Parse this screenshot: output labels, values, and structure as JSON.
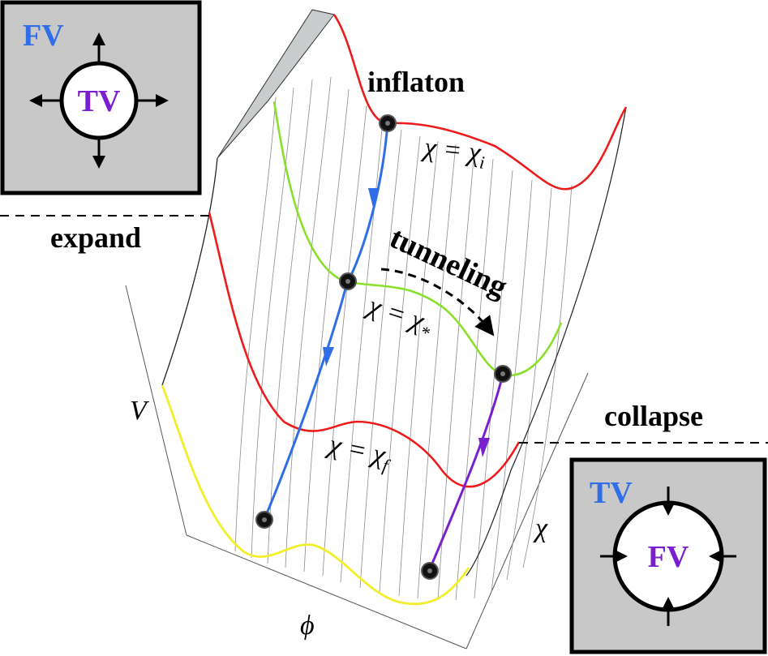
{
  "insets": {
    "expand": {
      "outer_label": "FV",
      "inner_label": "TV",
      "outer_color": "#2f6ee6",
      "inner_color": "#7a1fcf"
    },
    "collapse": {
      "outer_label": "TV",
      "inner_label": "FV",
      "outer_color": "#2f6ee6",
      "inner_color": "#7a1fcf"
    }
  },
  "labels": {
    "inflaton": "inflaton",
    "expand": "expand",
    "collapse": "collapse",
    "tunneling": "tunneling",
    "chi_i": "χ = χ",
    "chi_i_sub": "i",
    "chi_star": "χ = χ",
    "chi_star_sub": "*",
    "chi_f": "χ = χ",
    "chi_f_sub": "f",
    "axis_v": "V",
    "axis_phi": "ϕ",
    "axis_chi": "χ"
  },
  "colors": {
    "red_curve": "#ee1b1b",
    "green_curve": "#88e02a",
    "yellow_curve": "#f2ee2a",
    "blue_path": "#2f6ee6",
    "purple_path": "#7a1fcf",
    "inset_bg": "#c8c8c8",
    "grid": "#8c8c8c"
  }
}
